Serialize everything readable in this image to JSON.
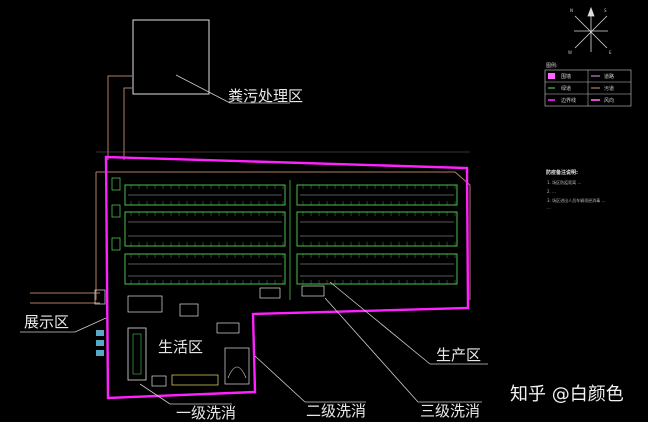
{
  "zones": {
    "manure": "粪污处理区",
    "exhibit": "展示区",
    "living": "生活区",
    "production": "生产区",
    "wash1": "一级洗消",
    "wash2": "二级洗消",
    "wash3": "三级洗消"
  },
  "legend": {
    "title": "图例:",
    "items": [
      "围墙",
      "道路",
      "绿道",
      "污道",
      "边界线",
      "风向"
    ]
  },
  "notes": {
    "title": "防疫备注说明:",
    "lines": [
      "1. 场区防疫距离 ...",
      "2. ...",
      "3. 场区进出人员车辆须经消毒 ...",
      "   ..."
    ]
  },
  "compass": {
    "labels": [
      "N",
      "S",
      "E",
      "W"
    ]
  },
  "watermark": "知乎 @白颜色",
  "colors": {
    "boundary": "#ff22ff",
    "buildings": "#4ec04e",
    "structure": "#e6e6e6",
    "road": "#b08060"
  }
}
